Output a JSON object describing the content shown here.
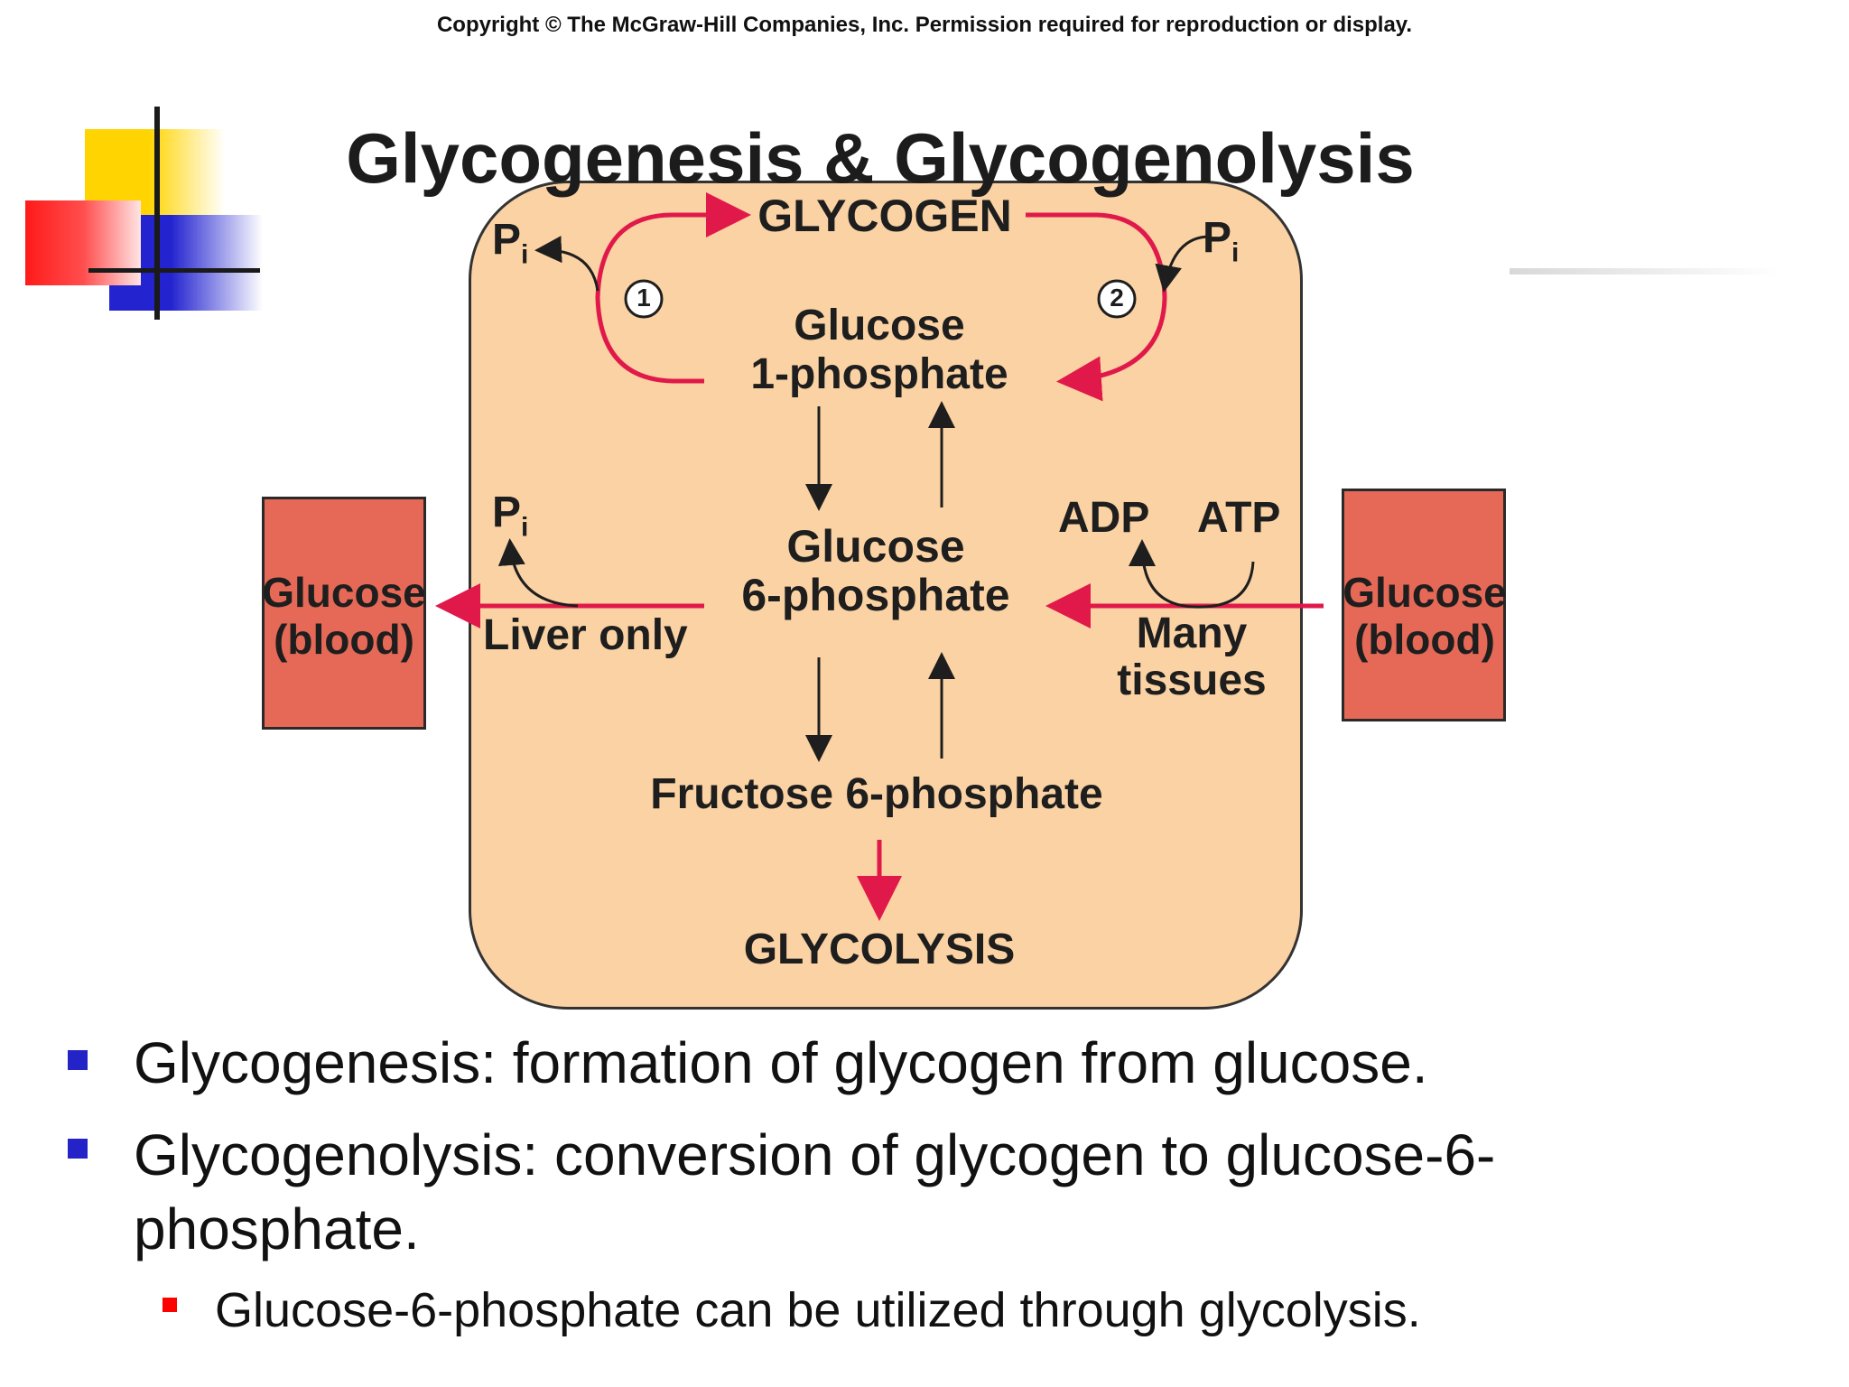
{
  "copyright": "Copyright © The McGraw-Hill Companies, Inc. Permission required for reproduction or display.",
  "title": "Glycogenesis & Glycogenolysis",
  "diagram": {
    "glycogen": "GLYCOGEN",
    "pi": "P",
    "pi_sub": "i",
    "step1": "1",
    "step2": "2",
    "glucose_1p_line1": "Glucose",
    "glucose_1p_line2": "1-phosphate",
    "glucose_6p_line1": "Glucose",
    "glucose_6p_line2": "6-phosphate",
    "fructose_6p": "Fructose 6-phosphate",
    "glycolysis": "GLYCOLYSIS",
    "liver_only": "Liver only",
    "adp": "ADP",
    "atp": "ATP",
    "many_tissues_line1": "Many",
    "many_tissues_line2": "tissues",
    "blood_left_line1": "Glucose",
    "blood_left_line2": "(blood)",
    "blood_right_line1": "Glucose",
    "blood_right_line2": "(blood)"
  },
  "colors": {
    "panel": "#fbd2a3",
    "blood_box": "#e56956",
    "arrow_red": "#e0194a",
    "bullet_blue": "#2323c8",
    "bullet_red": "#ff0000"
  },
  "bullets": [
    {
      "text": "Glycogenesis: formation of glycogen from glucose."
    },
    {
      "text_line1": "Glycogenolysis: conversion of glycogen to glucose-6-",
      "text_line2": "phosphate."
    }
  ],
  "sub_bullet": "Glucose-6-phosphate can be utilized through glycolysis."
}
